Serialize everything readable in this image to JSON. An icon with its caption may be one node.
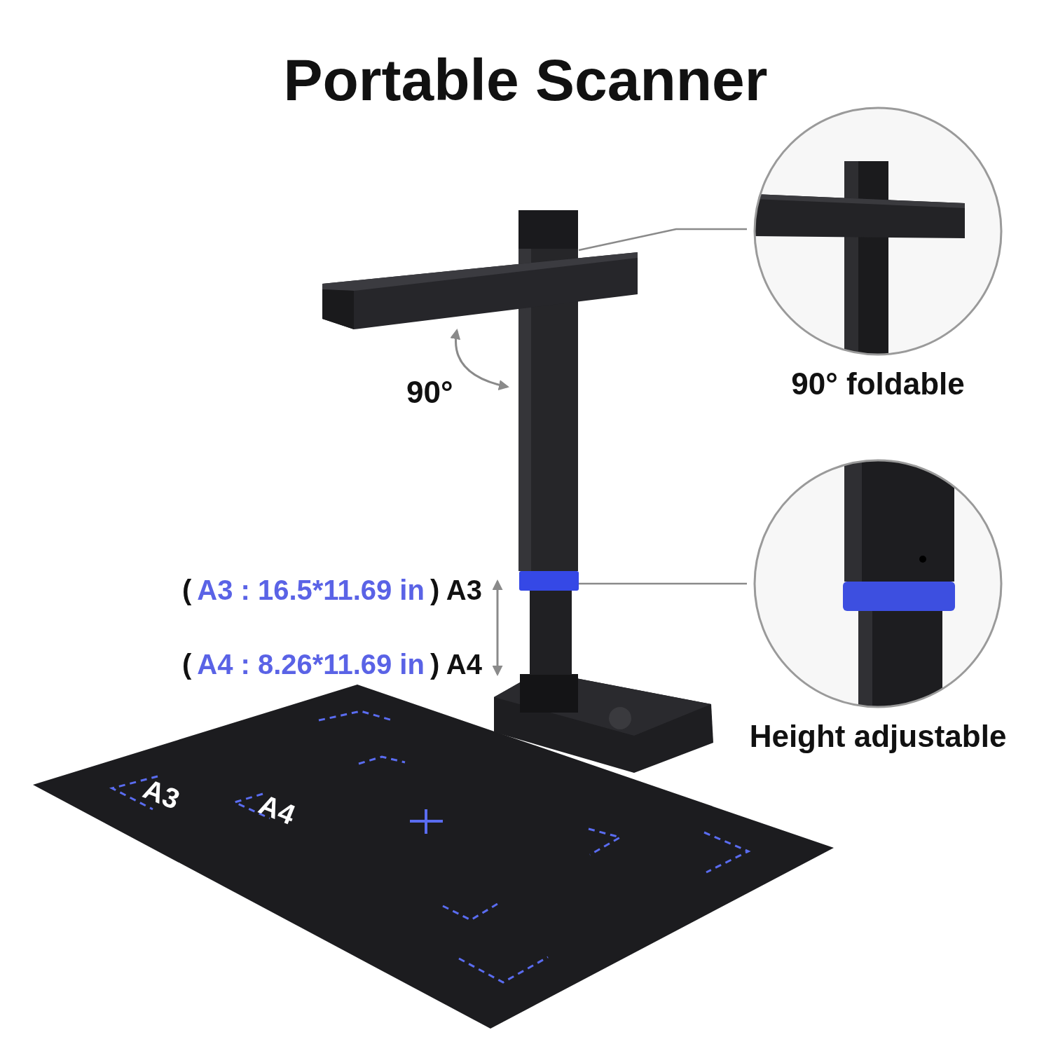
{
  "diagram": {
    "title": "Portable Scanner",
    "nodes": [
      {
        "text": [],
        "shape": "picture"
      },
      {
        "text": [
          "90° foldable"
        ]
      },
      {
        "text": [],
        "shape": "picture"
      },
      {
        "text": [
          "Height adjustable"
        ]
      }
    ],
    "edges": [
      {
        "from": 1,
        "to": 0,
        "arrow": "none"
      },
      {
        "from": 3,
        "to": 2,
        "arrow": "none"
      }
    ],
    "labels": [
      "90°",
      "(",
      "A3 : 16.5*11.69 in",
      ") A3",
      "(",
      "A4 : 8.26*11.69 in",
      ") A4",
      "A3",
      "A4"
    ]
  }
}
